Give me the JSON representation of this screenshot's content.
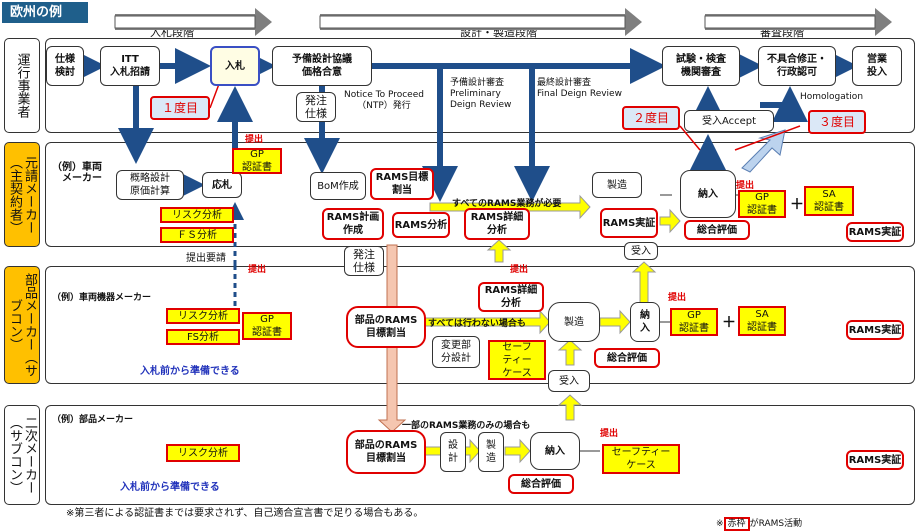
{
  "title": "欧州の例",
  "stages": {
    "bid": "入札段階",
    "design": "設計・製造段階",
    "review": "審査段階"
  },
  "lanes": {
    "operator": "運行事業者",
    "prime": "元請メーカー（主契約者）",
    "sub1": "部品メーカー（サブコン）",
    "sub2": "二次メーカー（サブコン）"
  },
  "operator": {
    "spec": "仕様\n検討",
    "itt": "ITT\n入札招請",
    "bid": "入札",
    "predesign": "予備設計協議\n価格合意",
    "order_spec": "発注\n仕様",
    "ntp": "Notice To Proceed\n（NTP）発行",
    "pdr": "予備設計審査\nPreliminary\nDeign Review",
    "fdr": "最終設計審査\nFinal Deign Review",
    "test": "試験・検査\n機関審査",
    "fix": "不具合修正・\n行政認可",
    "service": "営業\n投入",
    "homologation": "Homologation",
    "accept": "受入Accept"
  },
  "callouts": {
    "first": "１度目",
    "second": "２度目",
    "third": "３度目"
  },
  "prime": {
    "example": "（例）車両\n　メーカー",
    "concept": "概略設計\n原価計算",
    "apply": "応札",
    "gp_cert": "GP\n認証書",
    "risk": "リスク分析",
    "fs": "ＦＳ分析",
    "bom": "BoM作成",
    "rams_target": "RAMS目標\n割当",
    "all_rams": "すべてのRAMS業務が必要",
    "rams_plan": "RAMS計画\n作成",
    "rams_analysis": "RAMS分析",
    "rams_detail": "RAMS詳細\n分析",
    "manufacture": "製造",
    "rams_impl": "RAMS実証",
    "deliver": "納入",
    "overall": "総合評価",
    "gp": "GP\n認証書",
    "plus": "＋",
    "sa": "SA\n認証書",
    "rams_proof": "RAMS実証",
    "receive": "受入",
    "bid_request": "提出要請"
  },
  "sub1": {
    "example": "（例）車両機器メーカー",
    "risk": "リスク分析",
    "fs": "FS分析",
    "gp": "GP\n認証書",
    "ready": "入札前から準備できる",
    "order_spec": "発注\n仕様",
    "parts_target": "部品のRAMS\n目標割当",
    "not_all": "すべては行わない場合も",
    "change": "変更部\n分設計",
    "safety": "セーフ\nティー\nケース",
    "rams_detail": "RAMS詳細\n分析",
    "manufacture": "製造",
    "receive": "受入",
    "deliver": "納\n入",
    "overall": "総合評価",
    "gp2": "GP\n認証書",
    "plus": "＋",
    "sa": "SA\n認証書",
    "rams_proof": "RAMS実証"
  },
  "sub2": {
    "example": "（例）部品メーカー",
    "risk": "リスク分析",
    "ready": "入札前から準備できる",
    "parts_target": "部品のRAMS\n目標割当",
    "design": "設\n計",
    "manufacture": "製\n造",
    "partial": "一部のRAMS業務のみの場合も",
    "deliver": "納入",
    "safety": "セーフティー\nケース",
    "overall": "総合評価",
    "rams_proof": "RAMS実証"
  },
  "submit": "提出",
  "footnote": "※第三者による認証書までは要求されず、自己適合宣言書で足りる場合もある。",
  "legend_mark": "※",
  "legend_box": "赤枠",
  "legend_text": "がRAMS活動"
}
